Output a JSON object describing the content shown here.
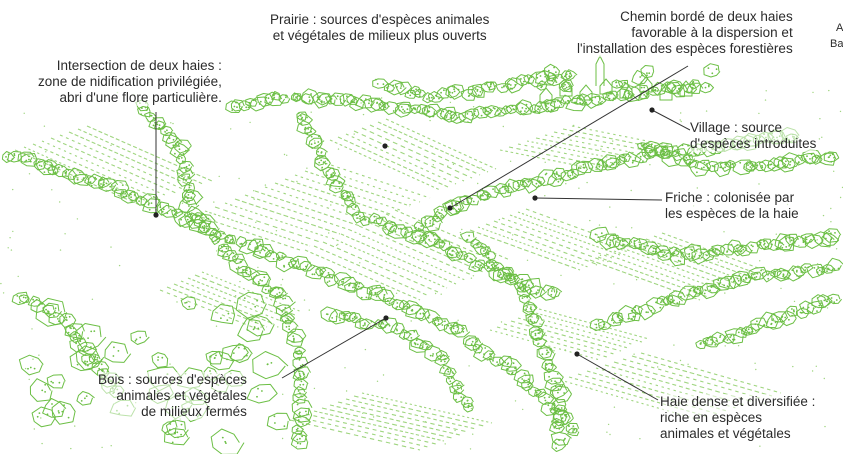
{
  "colors": {
    "vegetation": "#6cbf45",
    "vegetation_light": "#9fd57f",
    "leader": "#333333",
    "text": "#2b2b2b"
  },
  "labels": {
    "prairie": [
      "Prairie : sources d'espèces animales",
      "et végétales de milieux plus ouverts"
    ],
    "chemin": [
      "Chemin bordé de deux haies",
      "favorable à la dispersion et",
      "l'installation des espèces forestières"
    ],
    "intersection": [
      "Intersection de deux haies :",
      "zone de nidification privilégiée,",
      "abri d'une flore particulière."
    ],
    "village": [
      "Village : source",
      "d'espèces introduites"
    ],
    "friche": [
      "Friche : colonisée par",
      "les espèces de la haie"
    ],
    "bois": [
      "Bois : sources d'espèces",
      "animales et végétales",
      "de milieux fermés"
    ],
    "haie": [
      "Haie dense et diversifiée :",
      "riche en espèces",
      "animales et végétales"
    ],
    "corner": [
      "A",
      "Ba"
    ]
  }
}
